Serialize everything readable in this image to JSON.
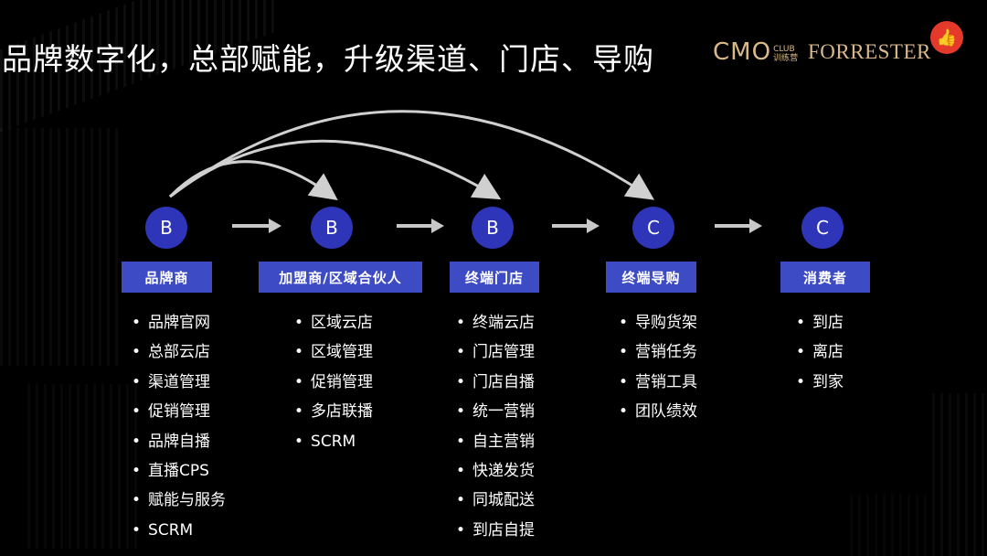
{
  "title": "品牌数字化，总部赋能，升级渠道、门店、导购",
  "logos": {
    "cmo_main": "CMO",
    "cmo_club": "CLUB",
    "cmo_sub": "训练营",
    "forrester": "FORRESTER",
    "like_icon": "thumbs-up-icon"
  },
  "colors": {
    "node": "#2f35b8",
    "label_bg": "#3d4bc4",
    "brand_gold": "#d9b98a",
    "like_red": "#e53a2b"
  },
  "columns": [
    {
      "node": "B",
      "label": "品牌商",
      "items": [
        "品牌官网",
        "总部云店",
        "渠道管理",
        "促销管理",
        "品牌自播",
        "直播CPS",
        "赋能与服务",
        "SCRM"
      ]
    },
    {
      "node": "B",
      "label": "加盟商/区域合伙人",
      "items": [
        "区域云店",
        "区域管理",
        "促销管理",
        "多店联播",
        "SCRM"
      ]
    },
    {
      "node": "B",
      "label": "终端门店",
      "items": [
        "终端云店",
        "门店管理",
        "门店自播",
        "统一营销",
        "自主营销",
        "快递发货",
        "同城配送",
        "到店自提"
      ]
    },
    {
      "node": "C",
      "label": "终端导购",
      "items": [
        "导购货架",
        "营销任务",
        "营销工具",
        "团队绩效"
      ]
    },
    {
      "node": "C",
      "label": "消费者",
      "items": [
        "到店",
        "离店",
        "到家"
      ]
    }
  ]
}
